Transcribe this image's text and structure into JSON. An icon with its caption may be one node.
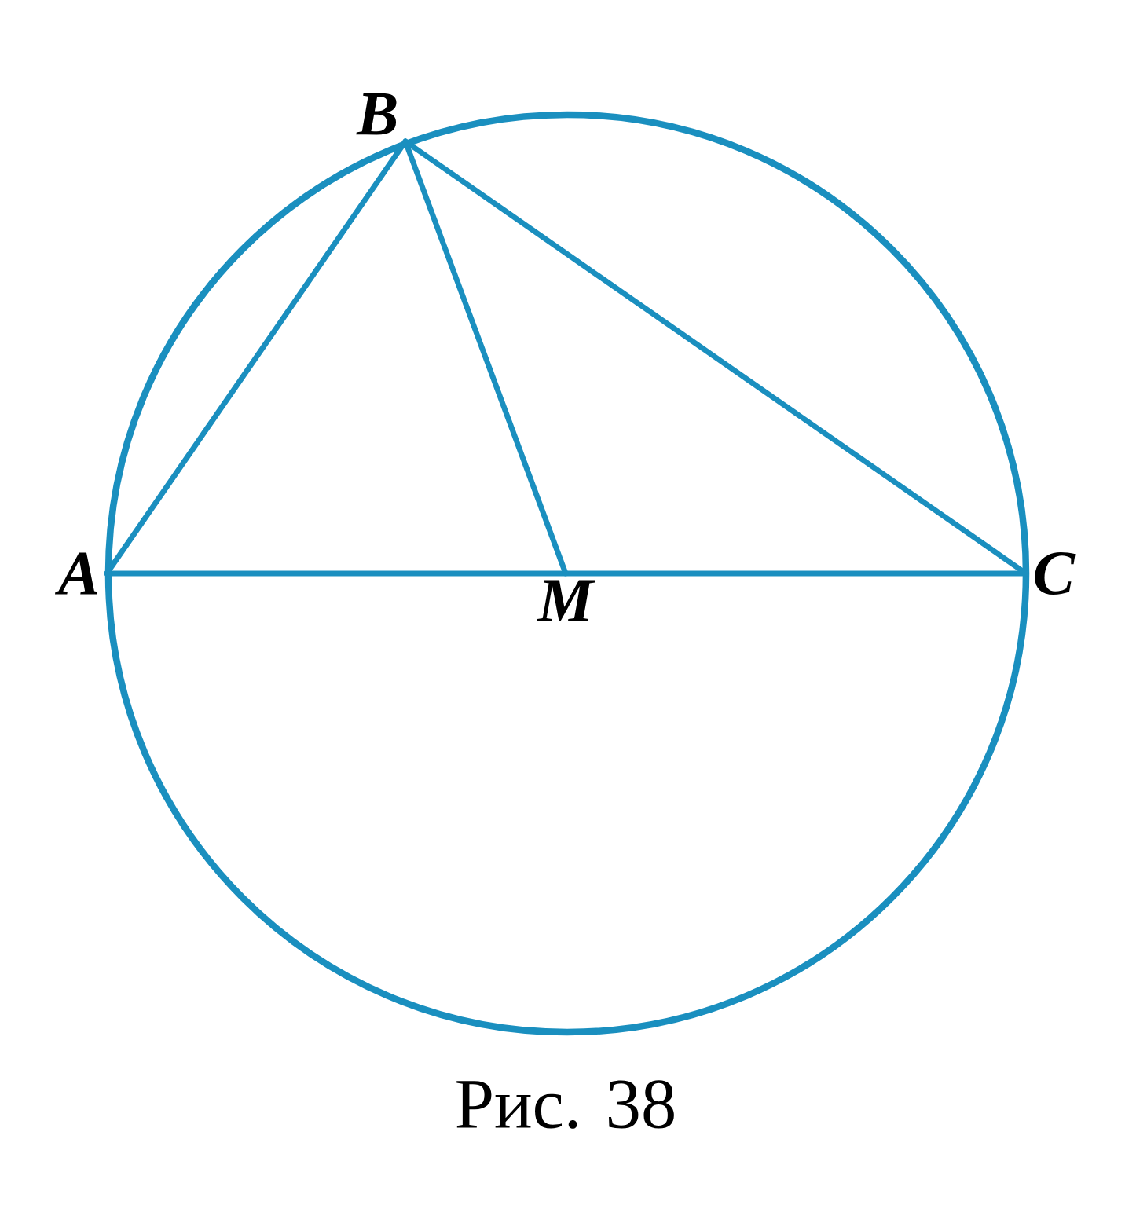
{
  "diagram": {
    "caption": "Рис. 38",
    "nodes": [
      {
        "text": [
          "A"
        ]
      },
      {
        "text": [
          "B"
        ]
      },
      {
        "text": [
          "C"
        ]
      },
      {
        "text": [
          "M"
        ]
      }
    ],
    "edges": [
      {
        "from": 0,
        "to": 1,
        "arrow": "none"
      },
      {
        "from": 1,
        "to": 2,
        "arrow": "none"
      },
      {
        "from": 0,
        "to": 2,
        "arrow": "none"
      },
      {
        "from": 1,
        "to": 3,
        "arrow": "none"
      }
    ]
  }
}
